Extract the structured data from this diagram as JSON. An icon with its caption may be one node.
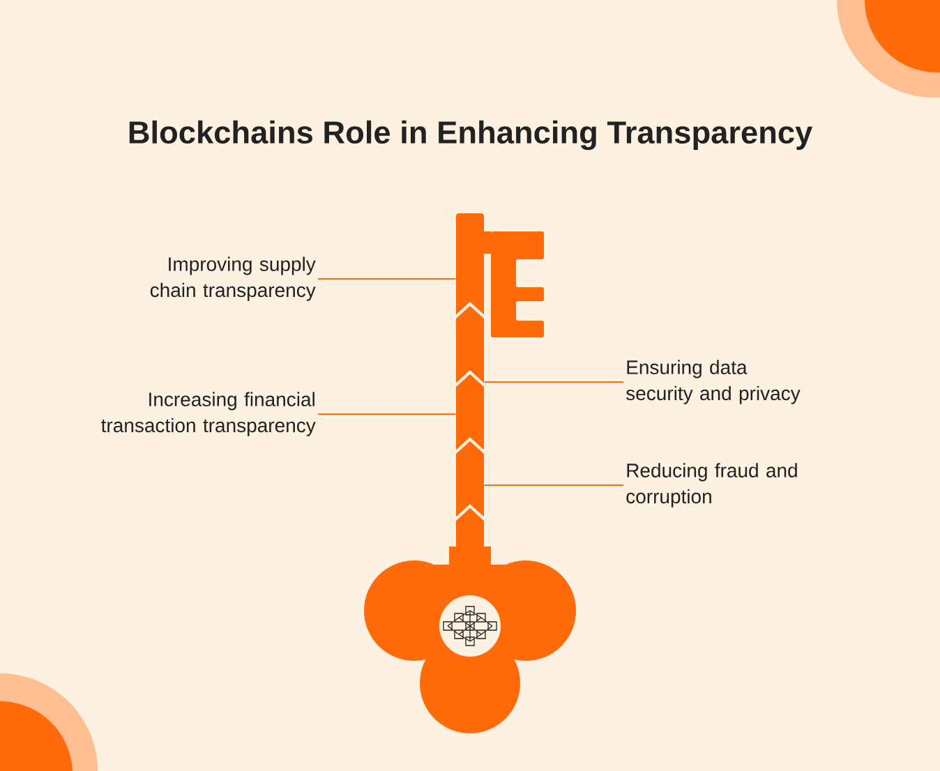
{
  "diagram": {
    "title": "Blockchains Role in Enhancing Transparency",
    "nodes": [
      {
        "text": [
          "Improving supply chain transparency"
        ]
      },
      {
        "text": [
          "Ensuring data security and privacy"
        ]
      },
      {
        "text": [
          "Increasing financial transaction transparency"
        ]
      },
      {
        "text": [
          "Reducing fraud and corruption"
        ]
      },
      {
        "text": [],
        "shape": "picture"
      }
    ],
    "edges": [
      {
        "from": 0,
        "to": 4,
        "arrow": "none"
      },
      {
        "from": 1,
        "to": 4,
        "arrow": "none"
      },
      {
        "from": 2,
        "to": 4,
        "arrow": "none"
      },
      {
        "from": 3,
        "to": 4,
        "arrow": "none"
      }
    ]
  }
}
